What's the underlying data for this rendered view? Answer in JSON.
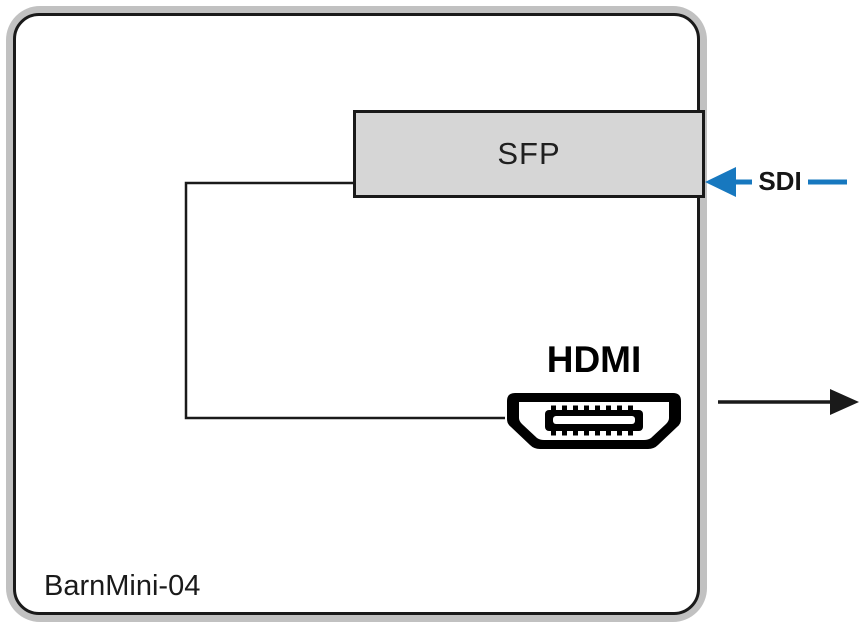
{
  "device": {
    "label": "BarnMini-04"
  },
  "sfp_module": {
    "label": "SFP"
  },
  "hdmi_output": {
    "label": "HDMI"
  },
  "sdi_input": {
    "label": "SDI"
  },
  "icons": {
    "hdmi_port": "hdmi-port-icon",
    "sdi_arrow": "arrow-left-icon",
    "output_arrow": "arrow-right-icon"
  },
  "colors": {
    "device_gray": "#c1c1c1",
    "sfp_gray": "#d6d6d6",
    "line_black": "#1a1a1a",
    "accent_blue": "#1778bf"
  }
}
